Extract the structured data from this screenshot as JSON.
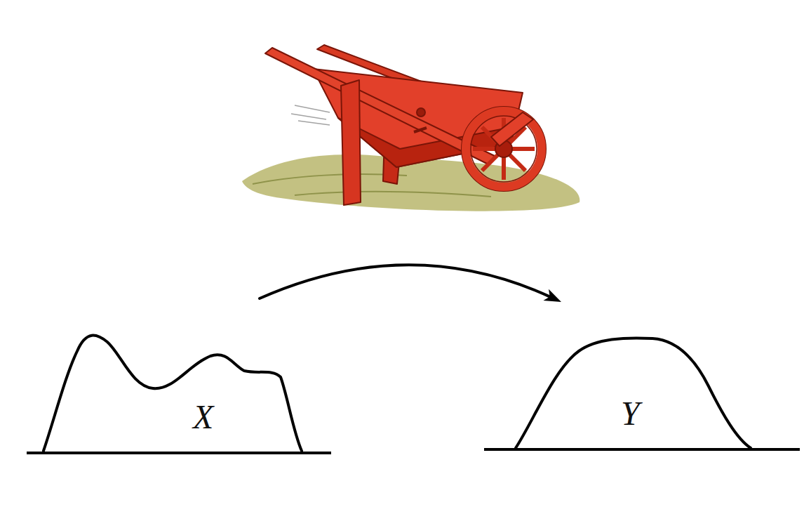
{
  "diagram": {
    "nodes": [
      {
        "text": [
          "X"
        ]
      },
      {
        "text": [
          "Y"
        ]
      }
    ],
    "edges": [
      {
        "from": 0,
        "to": 1,
        "arrow": "to"
      }
    ]
  }
}
